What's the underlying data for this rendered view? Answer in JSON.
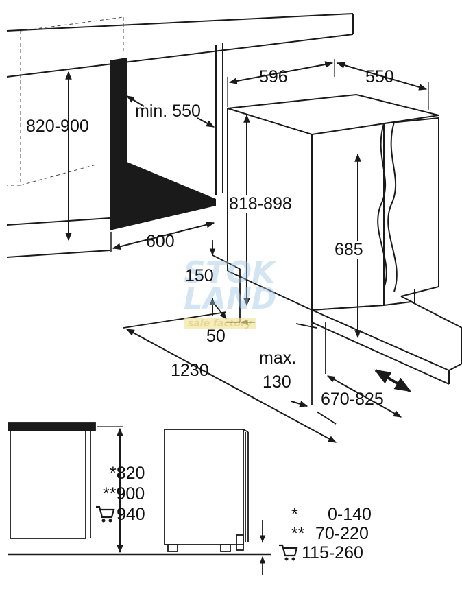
{
  "installation": {
    "labels": {
      "niche_height": "820-900",
      "min_depth": "min. 550",
      "niche_width": "600",
      "unit_width": "596",
      "unit_depth": "550",
      "adjustable_height": "818-898",
      "door_height": "685",
      "toe_kick_height": "150",
      "toe_kick_depth": "50",
      "door_swing": "1230",
      "max_label": "max.",
      "max_value": "130",
      "door_opening": "670-825"
    },
    "watermark": {
      "line1": "STOK",
      "line2": "LAND",
      "tagline": "sale factory"
    },
    "colors": {
      "line": "#1a1a1a",
      "panel": "#1a1a1a",
      "watermark_blue": "#9ec4e6",
      "watermark_yellow": "#f3e6a0"
    }
  },
  "plinth": {
    "height_labels": [
      "*820",
      "**900",
      "940"
    ],
    "gap_labels": [
      {
        "marker": "*",
        "value": "0-140"
      },
      {
        "marker": "**",
        "value": "70-220"
      },
      {
        "marker": "",
        "value": "115-260"
      }
    ],
    "cart_icon": "shopping-cart-icon"
  }
}
